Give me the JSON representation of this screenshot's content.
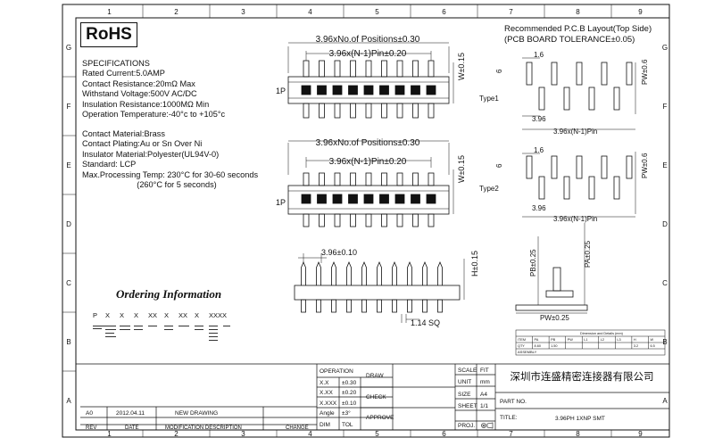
{
  "badge": "RoHS",
  "columns": [
    "1",
    "2",
    "3",
    "4",
    "5",
    "6",
    "7",
    "8",
    "9"
  ],
  "rows": [
    "G",
    "F",
    "E",
    "D",
    "C",
    "B",
    "A"
  ],
  "specs": [
    "SPECIFICATIONS",
    "Rated  Current:5.0AMP",
    "Contact Resistance:20mΩ  Max",
    "Withstand Voltage:500V AC/DC",
    "Insulation Resistance:1000MΩ  Min",
    "Operation Temperature:-40°c  to  +105°c"
  ],
  "materials": [
    "Contact Material:Brass",
    "Contact Plating:Au or Sn Over Ni",
    "Insulator Material:Polyester(UL94V-0)",
    "Standard:    LCP",
    "Max.Processing Temp: 230°C for 30-60 seconds",
    "                        (260°C for 5 seconds)"
  ],
  "ordering": {
    "title": "Ordering Information",
    "codes": [
      "P",
      "X",
      "X",
      "X",
      "XX",
      "X",
      "XX",
      "X",
      "XXXX"
    ]
  },
  "top_view": {
    "dim_positions": "3.96xNo.of Positions±0.30",
    "dim_pins": "3.96x(N-1)Pin±0.20",
    "width": "W±0.15",
    "pin1": "1P"
  },
  "side_view": {
    "pitch": "3.96±0.10",
    "height": "H±0.15",
    "square": "1.14 SQ"
  },
  "pcb": {
    "title_line1": "Recommended P.C.B Layout(Top Side)",
    "title_line2": "(PCB BOARD TOLERANCE±0.05)",
    "type1": "Type1",
    "type2": "Type2",
    "pad_w": "1.6",
    "pad_h": "6",
    "pw": "PW±0.6",
    "pitch": "3.96",
    "span": "3.96x(N-1)Pin",
    "pb": "PB±0.25",
    "pa": "PA±0.25",
    "pw2": "PW±0.25"
  },
  "small_table_title": "Dimension and Details (mm)",
  "small_table_headers": [
    "ITEM",
    "PA",
    "PB",
    "PW",
    "L1",
    "L2",
    "L3",
    "H",
    "W"
  ],
  "small_table_values": [
    "QTY",
    "8.60",
    "1.50",
    "",
    "",
    "",
    "",
    "3.2",
    "6.5"
  ],
  "small_table_note": "ASSEMBLY",
  "tolerance": {
    "header": "OPERATION",
    "rows": [
      [
        "X.X",
        "±0.30"
      ],
      [
        "X.XX",
        "±0.20"
      ],
      [
        "X.XXX",
        "±0.10"
      ],
      [
        "Angle",
        "±3°"
      ],
      [
        "DIM",
        "TOL"
      ]
    ],
    "draw": "DRAW",
    "check": "CHECK",
    "approve": "APPROVE"
  },
  "title_block": {
    "scale_label": "SCALE",
    "scale": "FIT",
    "unit_label": "UNIT",
    "unit": "mm",
    "size_label": "SIZE",
    "size": "A4",
    "sheet_label": "SHEET",
    "sheet": "1/1",
    "proj_label": "PROJ.",
    "company": "深圳市连盛精密连接器有限公司",
    "part_no_label": "PART NO.",
    "title_label": "TITLE:",
    "title": "3.96PH 1XNP SMT"
  },
  "revision": {
    "rev": "A0",
    "date": "2012.04.11",
    "desc": "NEW DRAWING",
    "h_rev": "REV",
    "h_date": "DATE",
    "h_desc": "MODIFICATION DESCRIPTION",
    "h_change": "CHANGE"
  }
}
